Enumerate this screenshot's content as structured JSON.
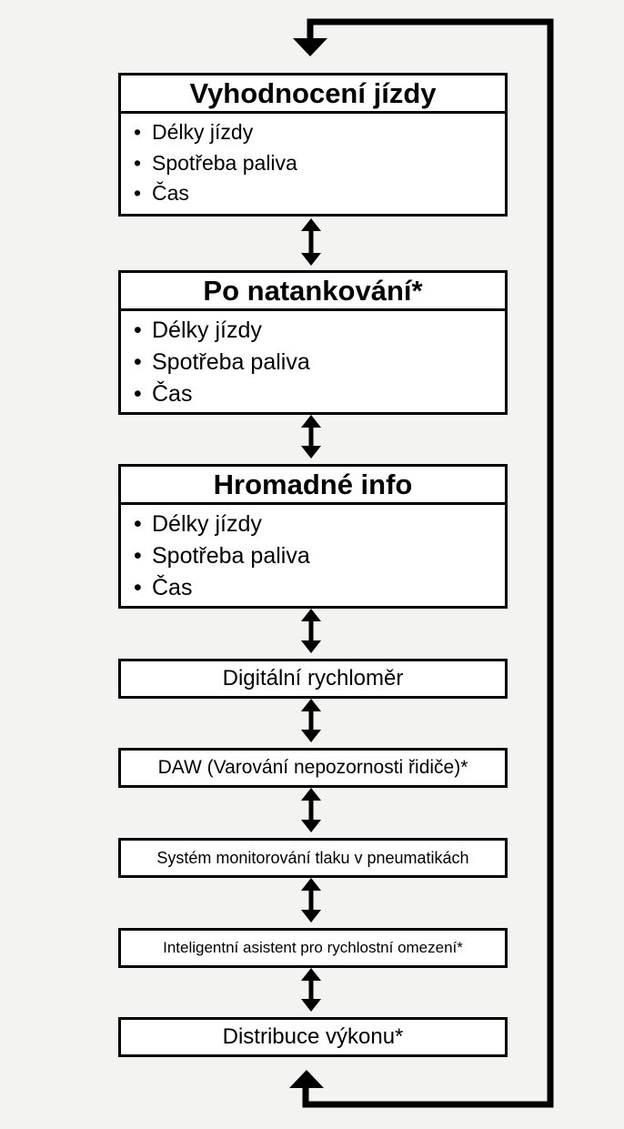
{
  "groups": [
    {
      "title": "Vyhodnocení jízdy",
      "items": [
        "Délky jízdy",
        "Spotřeba paliva",
        "Čas"
      ]
    },
    {
      "title": "Po natankování*",
      "items": [
        "Délky jízdy",
        "Spotřeba paliva",
        "Čas"
      ]
    },
    {
      "title": "Hromadné info",
      "items": [
        "Délky jízdy",
        "Spotřeba paliva",
        "Čas"
      ]
    }
  ],
  "bullet": "•",
  "items": [
    "Digitální rychloměr",
    "DAW (Varování nepozornosti řidiče)*",
    "Systém monitorování tlaku v pneumatikách",
    "Inteligentní asistent pro rychlostní omezení*",
    "Distribuce výkonu*"
  ]
}
